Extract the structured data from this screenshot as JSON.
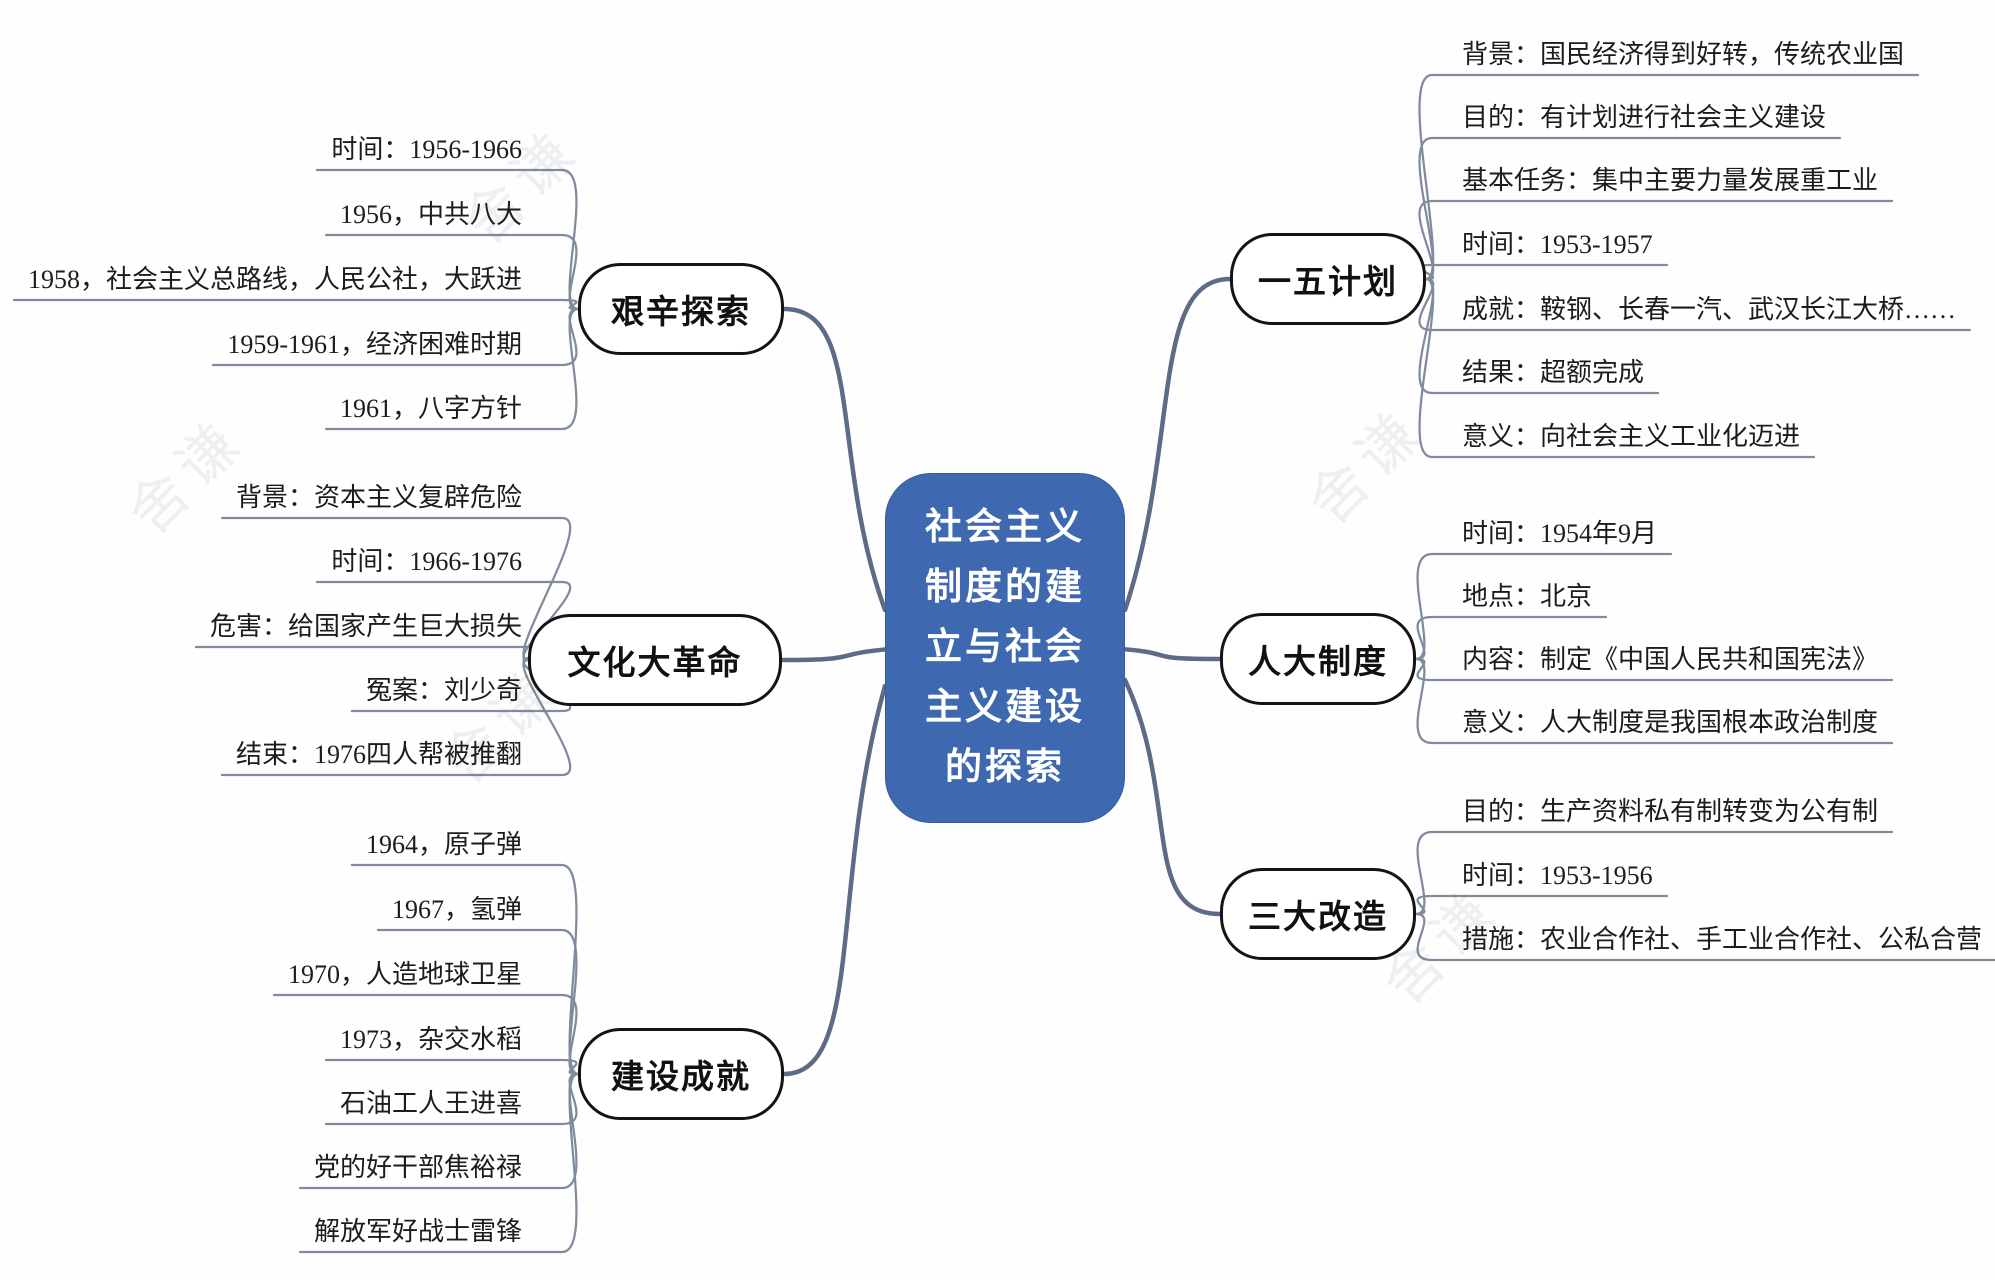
{
  "title": "社会主义制度的建立与社会主义建设的探索",
  "watermark": "舍谦",
  "colors": {
    "center_bg": "#3e69b1",
    "center_text": "#ffffff",
    "node_border": "#141414",
    "branch_line": "#5d6b86",
    "leaf_line": "#808b9e"
  },
  "branches": [
    {
      "label": "一五计划",
      "side": "right",
      "leaves": [
        "背景：国民经济得到好转，传统农业国",
        "目的：有计划进行社会主义建设",
        "基本任务：集中主要力量发展重工业",
        "时间：1953-1957",
        "成就：鞍钢、长春一汽、武汉长江大桥……",
        "结果：超额完成",
        "意义：向社会主义工业化迈进"
      ]
    },
    {
      "label": "人大制度",
      "side": "right",
      "leaves": [
        "时间：1954年9月",
        "地点：北京",
        "内容：制定《中国人民共和国宪法》",
        "意义：人大制度是我国根本政治制度"
      ]
    },
    {
      "label": "三大改造",
      "side": "right",
      "leaves": [
        "目的：生产资料私有制转变为公有制",
        "时间：1953-1956",
        "措施：农业合作社、手工业合作社、公私合营"
      ]
    },
    {
      "label": "艰辛探索",
      "side": "left",
      "leaves": [
        "时间：1956-1966",
        "1956，中共八大",
        "1958，社会主义总路线，人民公社，大跃进",
        "1959-1961，经济困难时期",
        "1961，八字方针"
      ]
    },
    {
      "label": "文化大革命",
      "side": "left",
      "leaves": [
        "背景：资本主义复辟危险",
        "时间：1966-1976",
        "危害：给国家产生巨大损失",
        "冤案：刘少奇",
        "结束：1976四人帮被推翻"
      ]
    },
    {
      "label": "建设成就",
      "side": "left",
      "leaves": [
        "1964，原子弹",
        "1967，氢弹",
        "1970，人造地球卫星",
        "1973，杂交水稻",
        "石油工人王进喜",
        "党的好干部焦裕禄",
        "解放军好战士雷锋"
      ]
    }
  ]
}
